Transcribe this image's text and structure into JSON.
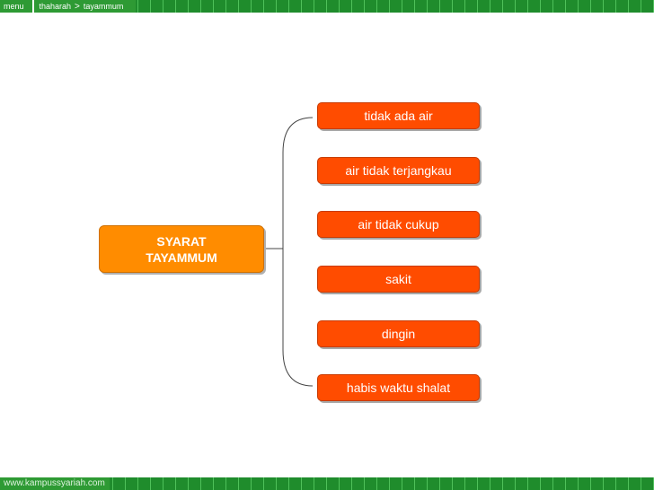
{
  "nav": {
    "menu": "menu",
    "section": "thaharah",
    "separator": ">",
    "current": "tayammum"
  },
  "diagram": {
    "root": "SYARAT\nTAYAMMUM",
    "items": [
      "tidak ada air",
      "air tidak terjangkau",
      "air tidak cukup",
      "sakit",
      "dingin",
      "habis waktu shalat"
    ]
  },
  "footer": {
    "site": "www.kampussyariah.com"
  },
  "colors": {
    "bar_green": "#1f8c2c",
    "root_fill": "#ff8c00",
    "item_fill": "#ff4c00"
  }
}
